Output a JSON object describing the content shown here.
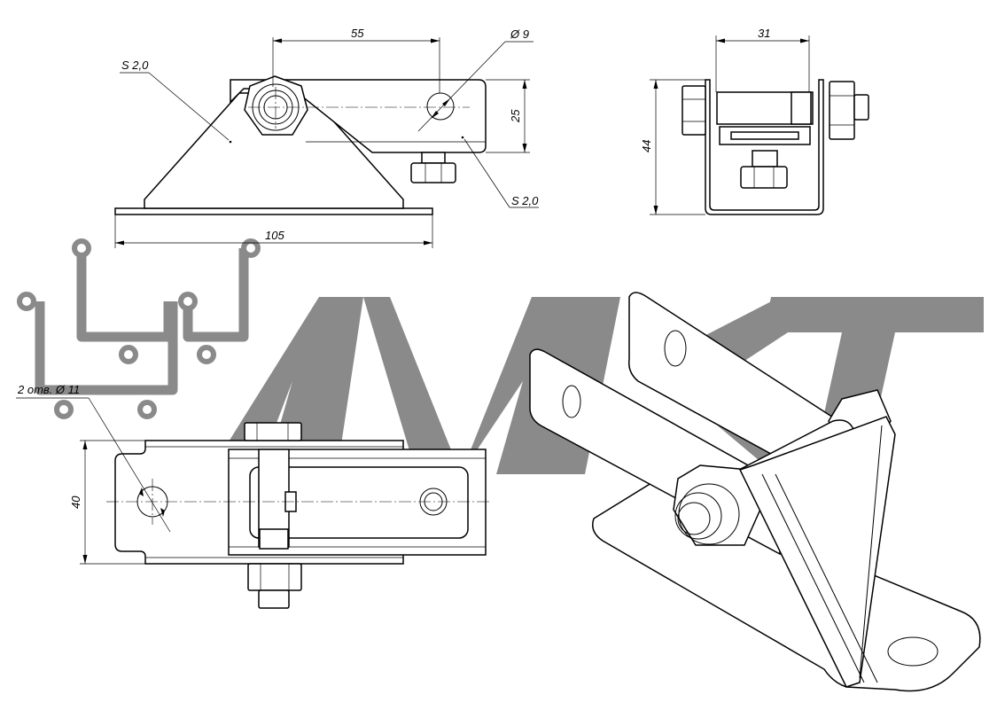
{
  "colors": {
    "line": "#000000",
    "watermark": "#8a8a8a",
    "background": "#ffffff"
  },
  "watermark": {
    "text": "МКТ"
  },
  "dimensions": {
    "bolt_spacing": "55",
    "hole_diameter": "Ø 9",
    "thickness_top": "S 2,0",
    "thickness_side": "S 2,0",
    "height_bracket": "25",
    "base_length": "105",
    "width_top": "31",
    "height_total": "44",
    "holes_note": "2 отв. Ø 11",
    "width_base": "40"
  }
}
